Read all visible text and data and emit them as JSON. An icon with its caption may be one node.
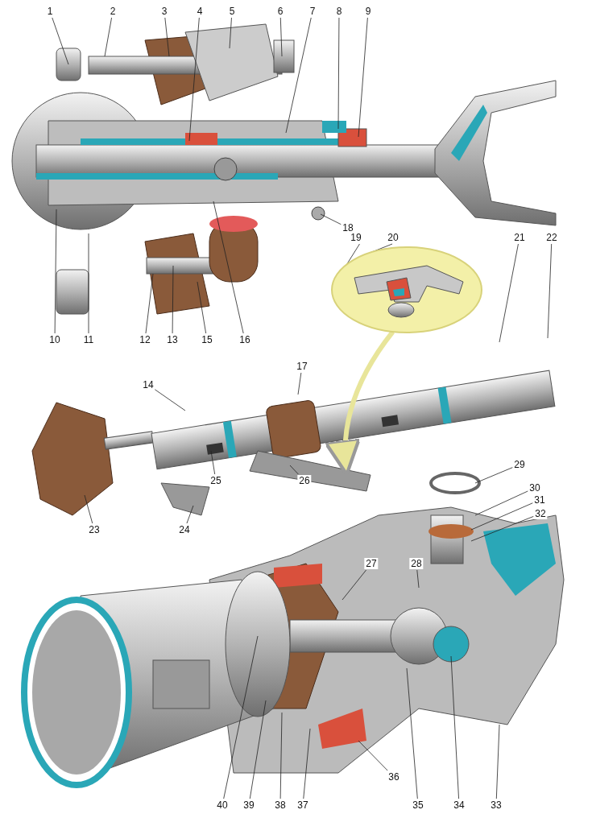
{
  "diagram": {
    "nodes": [
      {
        "text": [],
        "shape": "picture"
      },
      {
        "text": [
          "1"
        ]
      },
      {
        "text": [
          "2"
        ]
      },
      {
        "text": [
          "3"
        ]
      },
      {
        "text": [
          "4"
        ]
      },
      {
        "text": [
          "5"
        ]
      },
      {
        "text": [
          "6"
        ]
      },
      {
        "text": [
          "7"
        ]
      },
      {
        "text": [
          "8"
        ]
      },
      {
        "text": [
          "9"
        ]
      },
      {
        "text": [
          "10"
        ]
      },
      {
        "text": [
          "11"
        ]
      },
      {
        "text": [
          "12"
        ]
      },
      {
        "text": [
          "13"
        ]
      },
      {
        "text": [
          "14"
        ]
      },
      {
        "text": [
          "15"
        ]
      },
      {
        "text": [
          "16"
        ]
      },
      {
        "text": [
          "17"
        ]
      },
      {
        "text": [
          "18"
        ]
      },
      {
        "text": [
          "19"
        ]
      },
      {
        "text": [
          "20"
        ]
      },
      {
        "text": [
          "21"
        ]
      },
      {
        "text": [
          "22"
        ]
      },
      {
        "text": [
          "23"
        ]
      },
      {
        "text": [
          "24"
        ]
      },
      {
        "text": [
          "25"
        ]
      },
      {
        "text": [
          "26"
        ]
      },
      {
        "text": [
          "27"
        ]
      },
      {
        "text": [
          "28"
        ]
      },
      {
        "text": [
          "29"
        ]
      },
      {
        "text": [
          "30"
        ]
      },
      {
        "text": [
          "31"
        ]
      },
      {
        "text": [
          "32"
        ]
      },
      {
        "text": [
          "33"
        ]
      },
      {
        "text": [
          "34"
        ]
      },
      {
        "text": [
          "35"
        ]
      },
      {
        "text": [
          "36"
        ]
      },
      {
        "text": [
          "37"
        ]
      },
      {
        "text": [
          "38"
        ]
      },
      {
        "text": [
          "39"
        ]
      },
      {
        "text": [
          "40"
        ]
      }
    ],
    "edges": [
      {
        "from": 0,
        "to": null,
        "arrow": "to",
        "style": "thick",
        "color": "#e8e59a"
      },
      {
        "from": 1,
        "to": null,
        "arrow": "none"
      },
      {
        "from": 2,
        "to": null,
        "arrow": "none"
      },
      {
        "from": 3,
        "to": null,
        "arrow": "none"
      },
      {
        "from": 4,
        "to": null,
        "arrow": "none"
      },
      {
        "from": 5,
        "to": null,
        "arrow": "none"
      },
      {
        "from": 6,
        "to": null,
        "arrow": "none"
      },
      {
        "from": 7,
        "to": null,
        "arrow": "none"
      },
      {
        "from": 8,
        "to": null,
        "arrow": "none"
      },
      {
        "from": 9,
        "to": null,
        "arrow": "none"
      },
      {
        "from": 10,
        "to": null,
        "arrow": "none"
      },
      {
        "from": 11,
        "to": null,
        "arrow": "none"
      },
      {
        "from": 12,
        "to": null,
        "arrow": "none"
      },
      {
        "from": 13,
        "to": null,
        "arrow": "none"
      },
      {
        "from": 14,
        "to": null,
        "arrow": "none"
      },
      {
        "from": 15,
        "to": null,
        "arrow": "none"
      },
      {
        "from": 16,
        "to": null,
        "arrow": "none"
      },
      {
        "from": 17,
        "to": null,
        "arrow": "none"
      },
      {
        "from": 18,
        "to": null,
        "arrow": "none"
      },
      {
        "from": 19,
        "to": 0,
        "arrow": "none"
      },
      {
        "from": 20,
        "to": 0,
        "arrow": "none"
      },
      {
        "from": 21,
        "to": null,
        "arrow": "none"
      },
      {
        "from": 22,
        "to": null,
        "arrow": "none"
      },
      {
        "from": 23,
        "to": null,
        "arrow": "none"
      },
      {
        "from": 24,
        "to": null,
        "arrow": "none"
      },
      {
        "from": 25,
        "to": null,
        "arrow": "none"
      },
      {
        "from": 26,
        "to": null,
        "arrow": "none"
      },
      {
        "from": 27,
        "to": null,
        "arrow": "none"
      },
      {
        "from": 28,
        "to": null,
        "arrow": "none"
      },
      {
        "from": 29,
        "to": null,
        "arrow": "none"
      },
      {
        "from": 30,
        "to": null,
        "arrow": "none"
      },
      {
        "from": 31,
        "to": null,
        "arrow": "none"
      },
      {
        "from": 32,
        "to": null,
        "arrow": "none"
      },
      {
        "from": 33,
        "to": null,
        "arrow": "none"
      },
      {
        "from": 34,
        "to": null,
        "arrow": "none"
      },
      {
        "from": 35,
        "to": null,
        "arrow": "none"
      },
      {
        "from": 36,
        "to": null,
        "arrow": "none"
      },
      {
        "from": 37,
        "to": null,
        "arrow": "none"
      },
      {
        "from": 38,
        "to": null,
        "arrow": "none"
      },
      {
        "from": 39,
        "to": null,
        "arrow": "none"
      },
      {
        "from": 40,
        "to": null,
        "arrow": "none"
      }
    ]
  }
}
